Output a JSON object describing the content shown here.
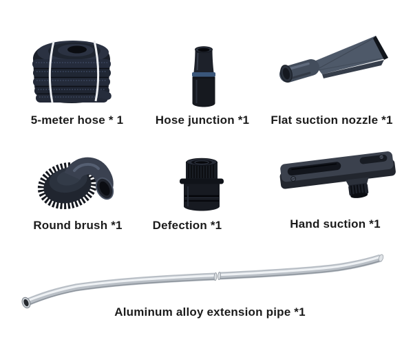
{
  "colors": {
    "background": "#ffffff",
    "label_text": "#1b1b1b",
    "plastic_black": "#1d212a",
    "nozzle_slate_gray": "#4e5969",
    "pipe_silver": "#b9bfc6",
    "strap_white": "#edeff2",
    "junction_band_blue": "#3a567a"
  },
  "items": [
    {
      "id": "five-meter-hose",
      "label": "5-meter hose * 1",
      "image": "coiled-hose-photo"
    },
    {
      "id": "hose-junction",
      "label": "Hose junction *1",
      "image": "hose-junction-adapter-photo"
    },
    {
      "id": "flat-suction-nozzle",
      "label": "Flat suction nozzle *1",
      "image": "flat-crevice-nozzle-photo"
    },
    {
      "id": "round-brush",
      "label": "Round brush *1",
      "image": "round-brush-photo"
    },
    {
      "id": "defection",
      "label": "Defection *1",
      "image": "deflection-adapter-photo"
    },
    {
      "id": "hand-suction",
      "label": "Hand suction *1",
      "image": "hand-floor-nozzle-photo"
    },
    {
      "id": "aluminum-extension-pipe",
      "label": "Aluminum alloy extension pipe *1",
      "image": "aluminum-extension-pipe-photo"
    }
  ]
}
